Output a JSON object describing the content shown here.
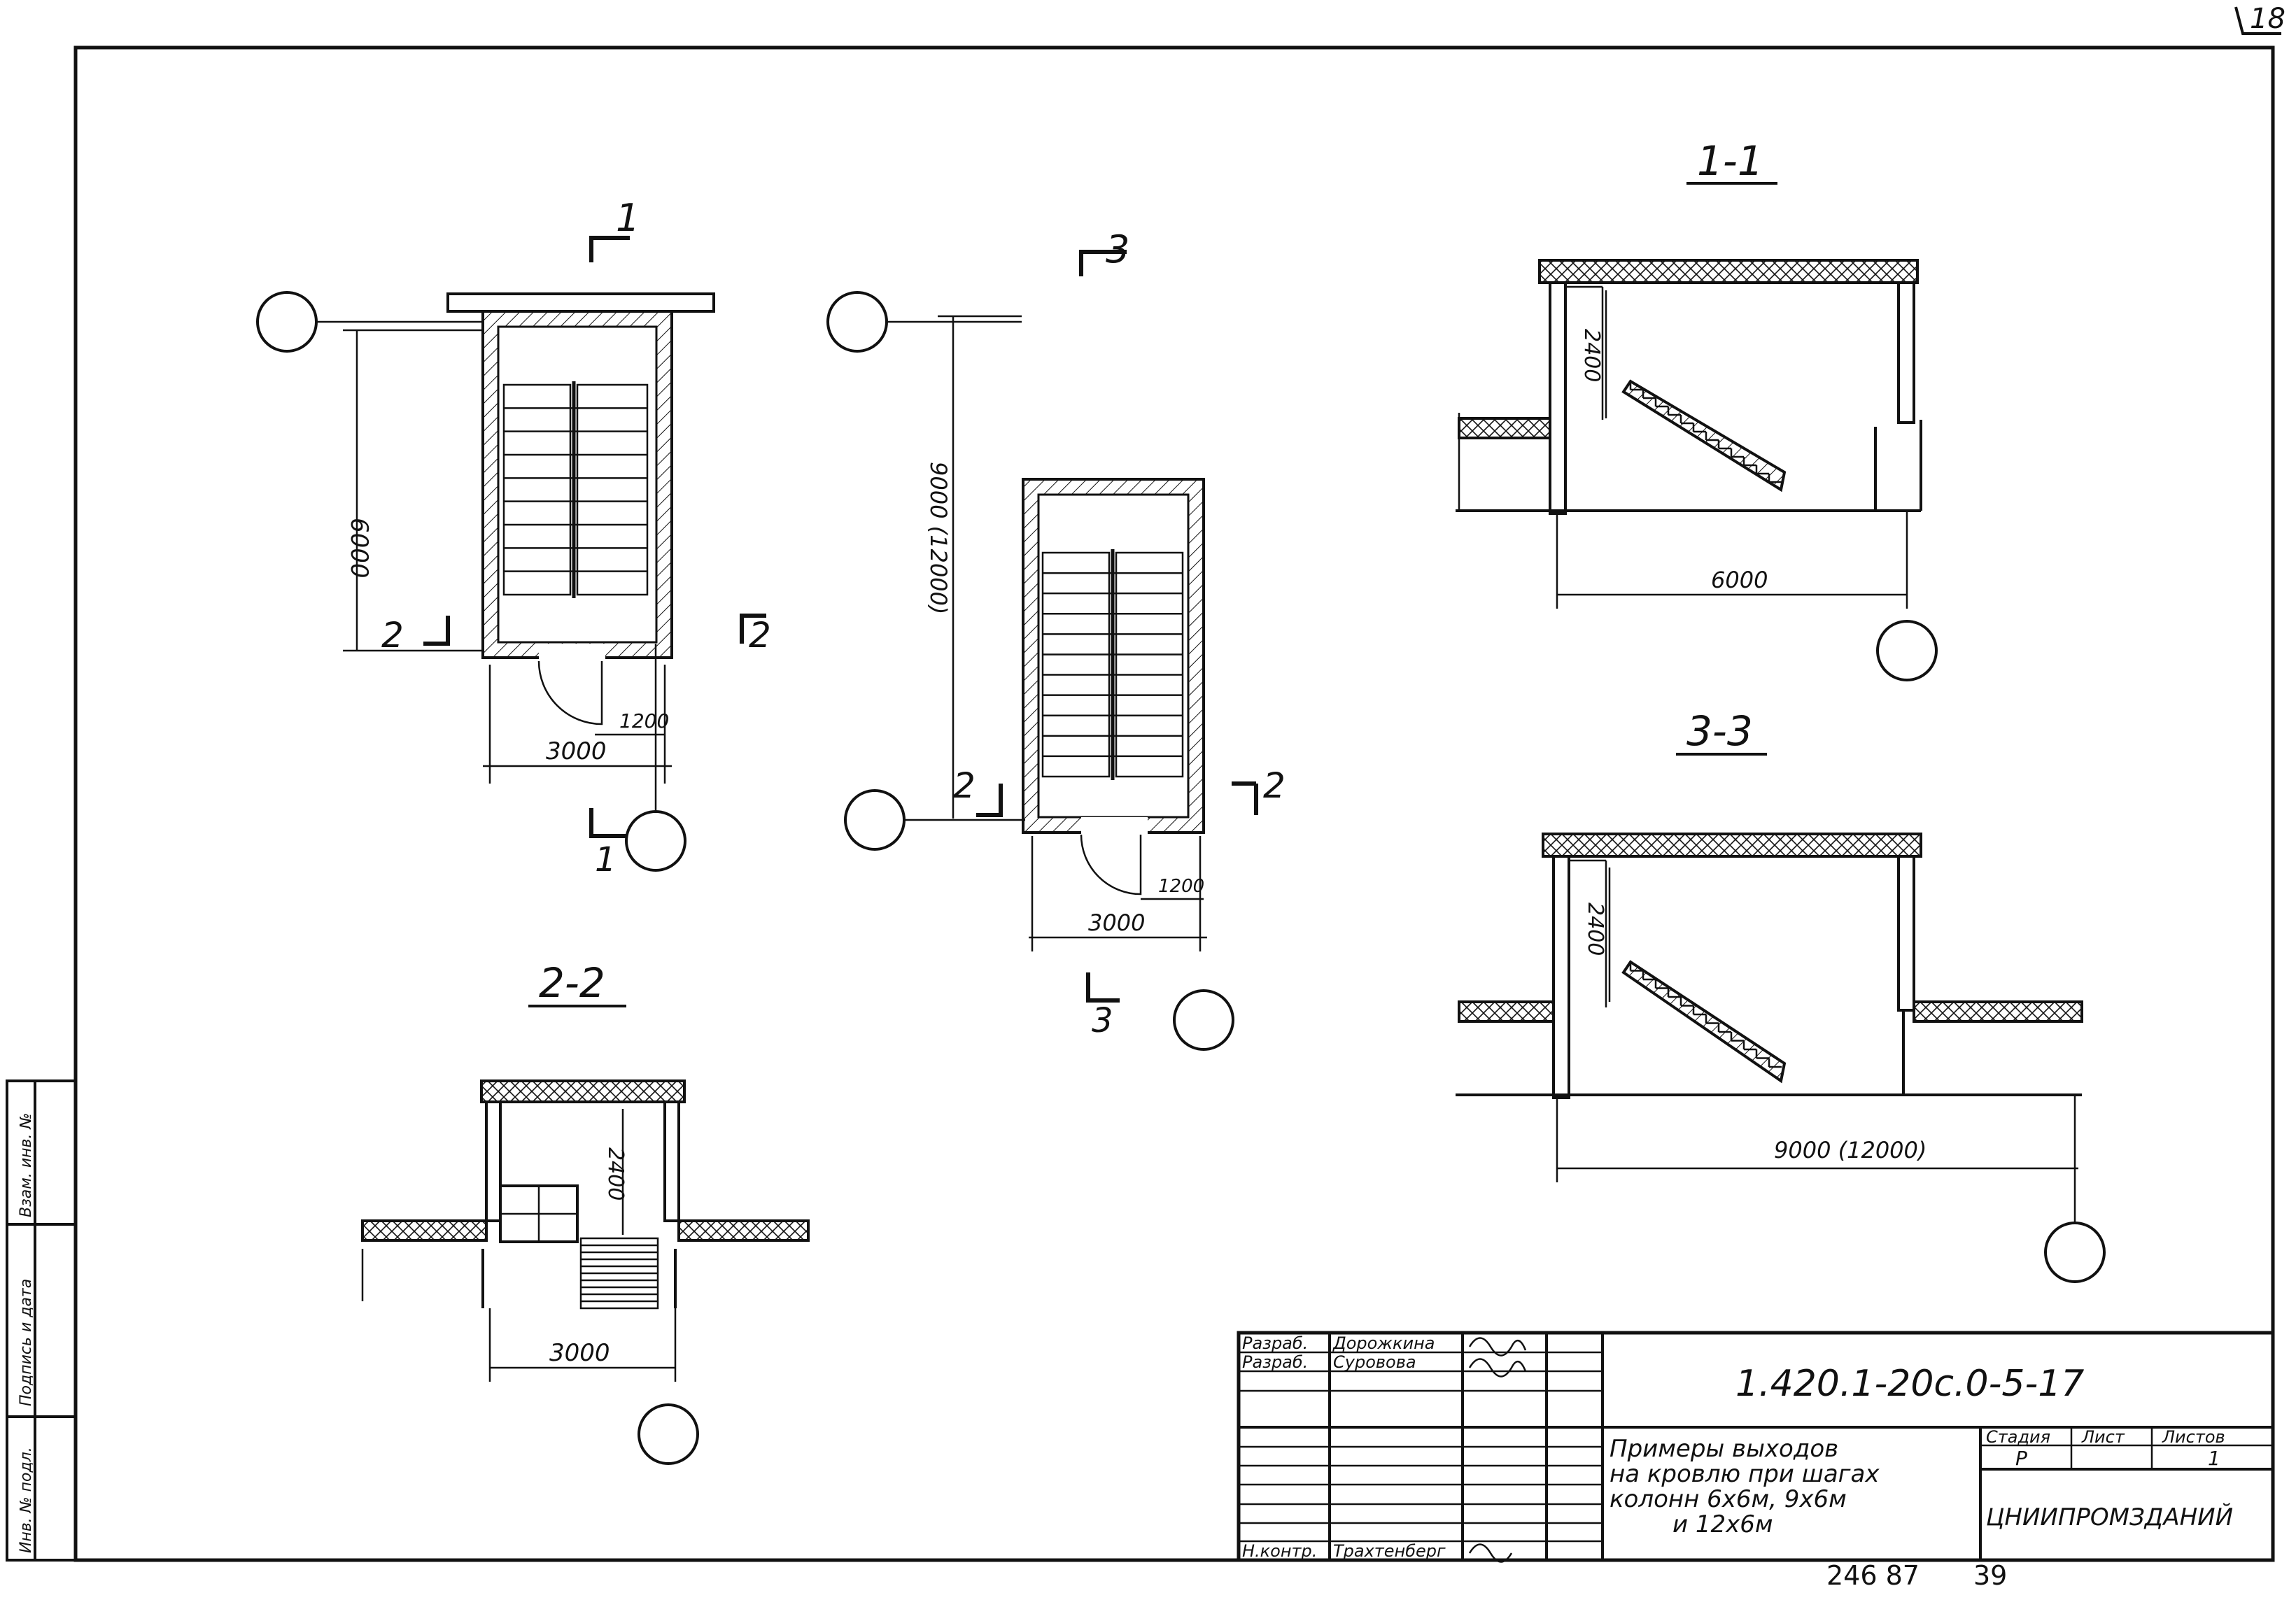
{
  "sheet": {
    "sheet_no": "18",
    "bottom_numbers": [
      "246 87",
      "39"
    ]
  },
  "plan1": {
    "section_mark_top": "1",
    "section_mark_bottom": "1",
    "side_marks": [
      "2",
      "2"
    ],
    "dims": [
      "6000",
      "3000",
      "1200"
    ]
  },
  "plan3": {
    "section_mark_top": "3",
    "section_mark_bottom": "3",
    "side_marks": [
      "2",
      "2"
    ],
    "dims": [
      "9000 (12000)",
      "3000",
      "1200"
    ]
  },
  "section11": {
    "title": "1-1",
    "dims": [
      "2400",
      "6000"
    ]
  },
  "section33": {
    "title": "3-3",
    "dims": [
      "2400",
      "9000 (12000)"
    ]
  },
  "section22": {
    "title": "2-2",
    "dims": [
      "2400",
      "3000"
    ]
  },
  "side_stamp": {
    "labels": [
      "Инв. № подл.",
      "Подпись и дата",
      "Взам. инв. №"
    ]
  },
  "title_block": {
    "code": "1.420.1-20с.0-5-17",
    "description": [
      "Примеры выходов",
      "на кровлю при шагах",
      "колонн 6х6м, 9х6м",
      "и 12х6м"
    ],
    "people": [
      {
        "role": "Разраб.",
        "name": "Дорожкина"
      },
      {
        "role": "Разраб.",
        "name": "Суровова"
      },
      {
        "role": "Н.контр.",
        "name": "Трахтенберг"
      }
    ],
    "headers": [
      "Стадия",
      "Лист",
      "Листов"
    ],
    "values": [
      "Р",
      "",
      "1"
    ],
    "org": "ЦНИИПРОМЗДАНИЙ"
  }
}
